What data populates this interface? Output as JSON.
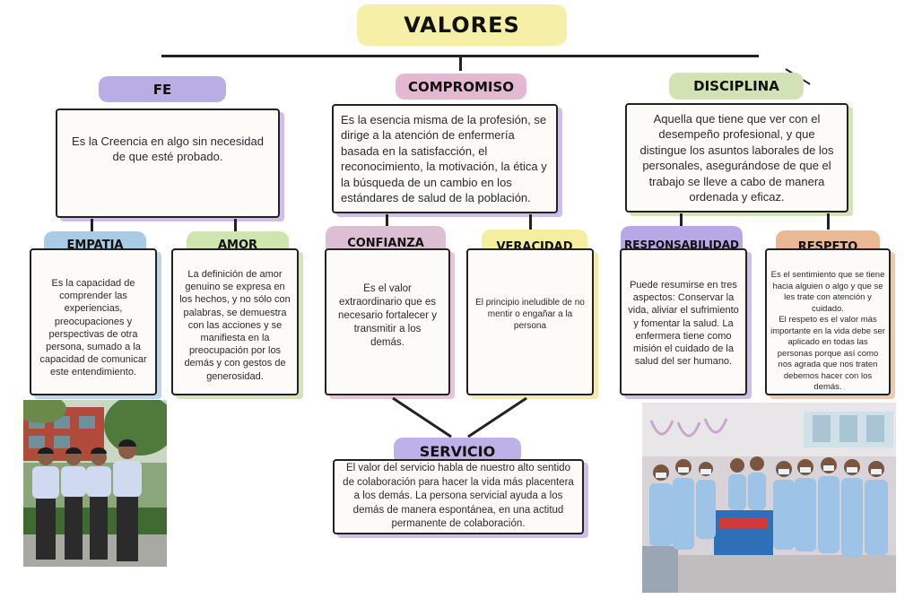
{
  "title": "VALORES",
  "colors": {
    "title_bg": "#f6efa8",
    "fe": "#b9aee3",
    "compromiso": "#e3b8d0",
    "disciplina": "#d3e2b5",
    "empatia": "#a9cbe6",
    "amor": "#cfe5ae",
    "confianza": "#dcbfd2",
    "veracidad": "#f5ed9f",
    "responsabilidad": "#b8a9e6",
    "respeto": "#ebb896",
    "servicio": "#bcb2e8"
  },
  "fe": {
    "label": "FE",
    "text": "Es la Creencia en algo sin necesidad de que esté probado."
  },
  "compromiso": {
    "label": "COMPROMISO",
    "text": "Es la esencia misma de la profesión, se dirige a la atención de enfermería basada en la satisfacción, el reconocimiento, la motivación, la ética y la búsqueda de un cambio en los estándares de salud de la población."
  },
  "disciplina": {
    "label": "DISCIPLINA",
    "text": "Aquella que tiene que ver con el desempeño profesional, y que distingue los asuntos laborales de los personales, asegurándose de que el trabajo se lleve a cabo de manera ordenada y eficaz."
  },
  "empatia": {
    "label": "EMPATIA",
    "text": "Es la capacidad de comprender las experiencias, preocupaciones y perspectivas de otra persona, sumado a la capacidad de comunicar este entendimiento."
  },
  "amor": {
    "label": "AMOR",
    "text": "La definición de amor genuino se expresa en los hechos, y no sólo con palabras, se demuestra con las acciones y se manifiesta en la preocupación por los demás y con gestos de generosidad."
  },
  "confianza": {
    "label": "CONFIANZA",
    "text": "Es el valor extraordinario  que es necesario fortalecer y transmitir a los demás."
  },
  "veracidad": {
    "label": "VERACIDAD",
    "text": "El principio ineludible de no mentir o engañar a la persona"
  },
  "responsabilidad": {
    "label": "RESPONSABILIDAD",
    "text": "Puede resumirse en tres aspectos: Conservar la vida, aliviar el sufrimiento y fomentar la salud. La enfermera tiene como misión el cuidado de la salud del ser humano."
  },
  "respeto": {
    "label": "RESPETO",
    "text1": "Es el sentimiento que se tiene hacia alguien o algo y que se les trate con atención y cuidado.",
    "text2": "El respeto es el valor más importante en la vida debe ser aplicado en todas las personas porque así como nos agrada que nos traten debemos hacer con los demás."
  },
  "servicio": {
    "label": "SERVICIO",
    "text": "El valor del servicio habla de nuestro alto sentido de colaboración para hacer la vida más placentera a los demás. La persona servicial ayuda a los demás de manera espontánea, en una actitud permanente de colaboración."
  }
}
